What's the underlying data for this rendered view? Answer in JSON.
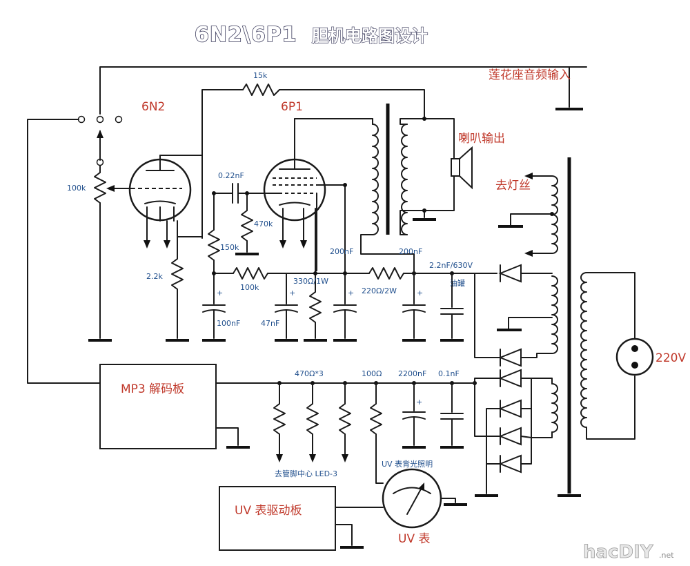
{
  "title": {
    "part1": "6N2\\6P1",
    "part2": "胆机电路图设计"
  },
  "tubes": {
    "preamp": "6N2",
    "power": "6P1"
  },
  "inputs": {
    "rca": "莲花座音频输入",
    "mains": "220V"
  },
  "outputs": {
    "speaker": "喇叭输出",
    "filament": "去灯丝"
  },
  "components": {
    "r_feedback": "15k",
    "pot": "100k",
    "c_coupling": "0.22nF",
    "r_grid": "470k",
    "r_plate": "150k",
    "r_cathode": "2.2k",
    "r_filter1": "100k",
    "r_filter2": "330Ω/1W",
    "r_filter3": "220Ω/2W",
    "c_200a": "200nF",
    "c_200b": "200nF",
    "c_hv": "2.2nF/630V",
    "c_oil": "油罐",
    "c_100": "100nF",
    "c_47": "47nF",
    "r_led": "470Ω*3",
    "r_100": "100Ω",
    "c_2200": "2200nF",
    "c_01": "0.1nF"
  },
  "boards": {
    "mp3": "MP3 解码板",
    "vu_driver": "UV 表驱动板"
  },
  "meter": {
    "name": "UV 表",
    "backlight": "UV 表背光照明"
  },
  "led_note": "去管脚中心 LED-3",
  "plus": "+",
  "watermark": {
    "main": "hacDIY",
    "sub": ".net"
  }
}
